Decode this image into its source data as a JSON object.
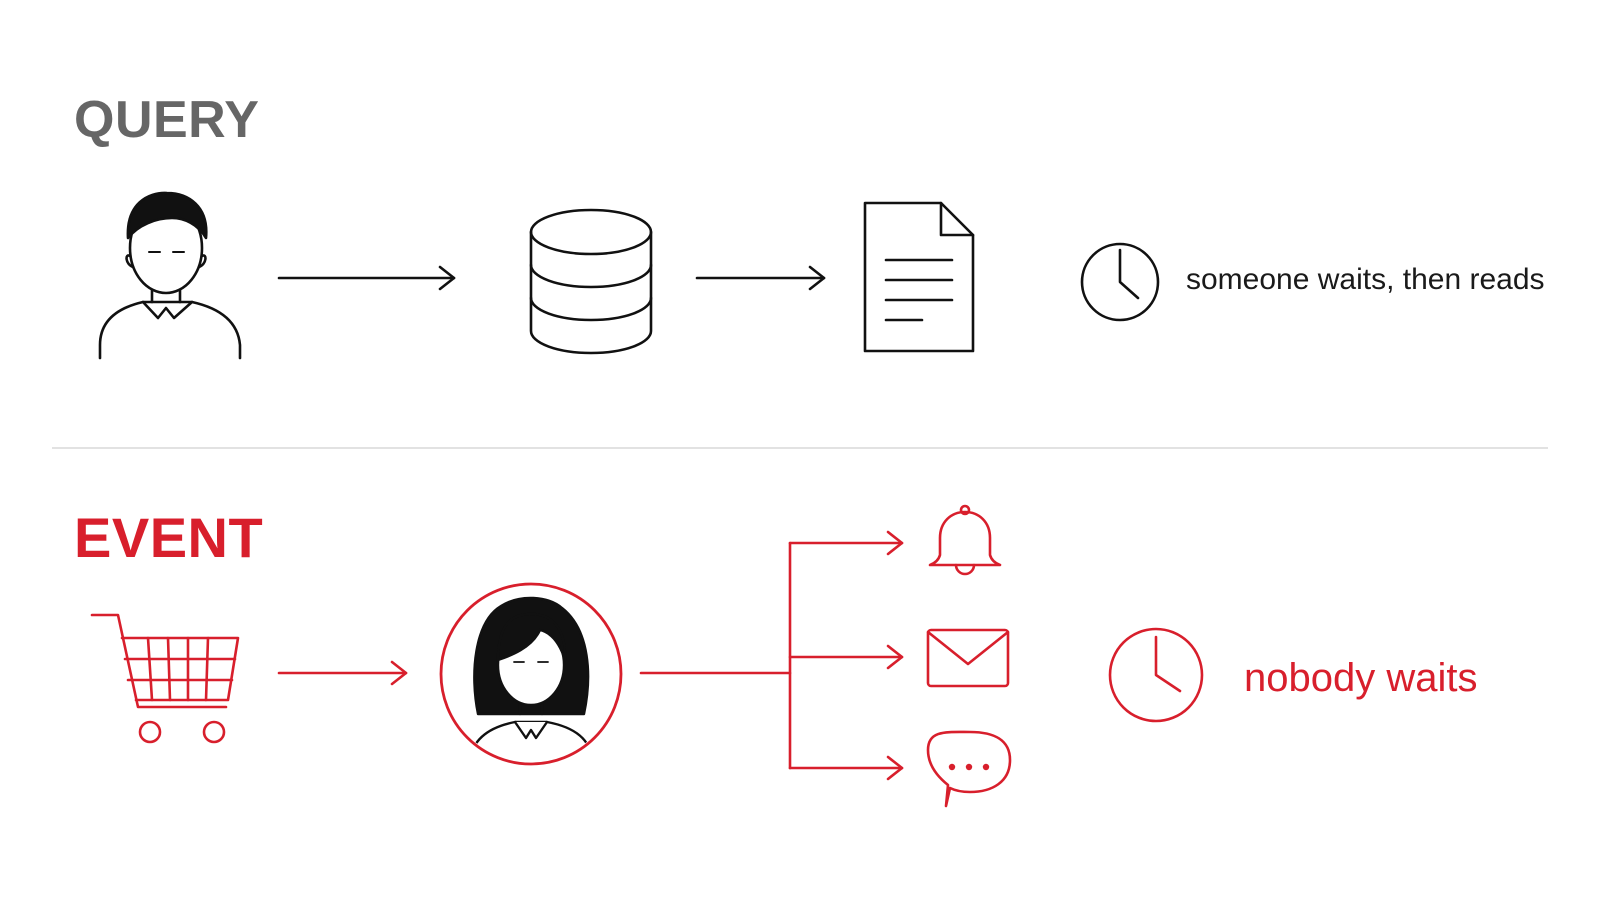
{
  "query": {
    "title": "QUERY",
    "caption": "someone waits, then reads",
    "color": "#666666",
    "icons": [
      "user-icon",
      "arrow-right-icon",
      "database-icon",
      "arrow-right-icon",
      "document-icon",
      "clock-icon"
    ]
  },
  "event": {
    "title": "EVENT",
    "caption": "nobody waits",
    "color": "#d81f2c",
    "icons": [
      "shopping-cart-icon",
      "arrow-right-icon",
      "user-avatar-icon",
      "branch-arrows-icon",
      "bell-icon",
      "mail-icon",
      "chat-bubble-icon",
      "clock-icon"
    ]
  }
}
